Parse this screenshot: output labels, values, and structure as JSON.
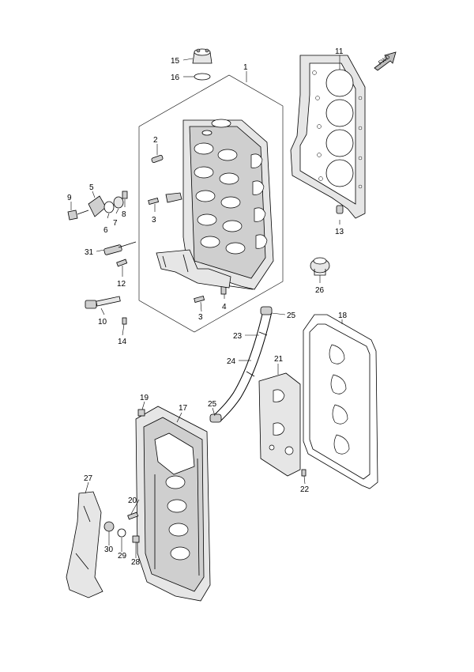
{
  "fwd_badge": "FWD",
  "parts": {
    "p1": "1",
    "p2": "2",
    "p3a": "3",
    "p3b": "3",
    "p4": "4",
    "p5": "5",
    "p6": "6",
    "p7": "7",
    "p8": "8",
    "p9": "9",
    "p10": "10",
    "p11": "11",
    "p12": "12",
    "p13": "13",
    "p14": "14",
    "p15": "15",
    "p16": "16",
    "p17": "17",
    "p18": "18",
    "p19": "19",
    "p20": "20",
    "p21": "21",
    "p22": "22",
    "p23": "23",
    "p24": "24",
    "p25a": "25",
    "p25b": "25",
    "p26": "26",
    "p27": "27",
    "p28": "28",
    "p29": "29",
    "p30": "30",
    "p31": "31"
  }
}
